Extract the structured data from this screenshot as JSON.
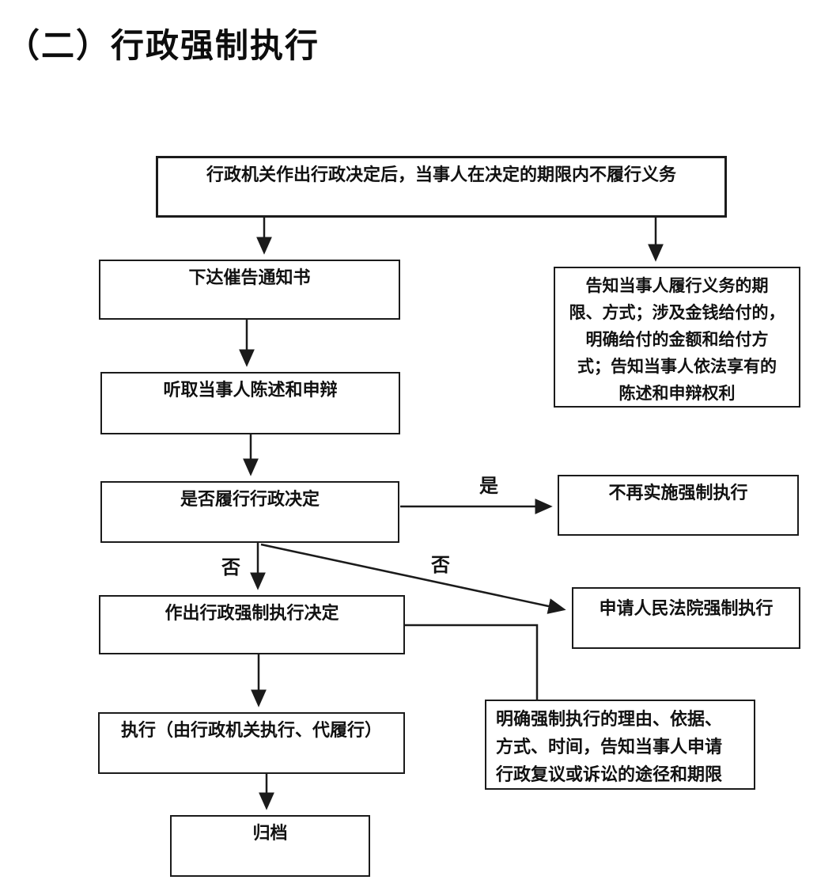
{
  "page": {
    "title": "（二）行政强制执行"
  },
  "flowchart": {
    "nodes": {
      "start": {
        "text": "行政机关作出行政决定后，当事人在决定的期限内不履行义务"
      },
      "issue_notice": {
        "text": "下达催告通知书"
      },
      "inform_obligations": {
        "lines": [
          "告知当事人履行义务的期",
          "限、方式；涉及金钱给付的，",
          "明确给付的金额和给付方",
          "式；告知当事人依法享有的",
          "陈述和申辩权利"
        ]
      },
      "hear_statement": {
        "text": "听取当事人陈述和申辩"
      },
      "decide_compliance": {
        "text": "是否履行行政决定"
      },
      "no_enforcement": {
        "text": "不再实施强制执行"
      },
      "make_decision": {
        "text": "作出行政强制执行决定"
      },
      "apply_court": {
        "text": "申请人民法院强制执行"
      },
      "execute": {
        "text": "执行（由行政机关执行、代履行）"
      },
      "note_clarify": {
        "lines": [
          "明确强制执行的理由、依据、",
          "方式、时间，告知当事人申请",
          "行政复议或诉讼的途径和期限"
        ]
      },
      "archive": {
        "text": "归档"
      }
    },
    "edge_labels": {
      "yes": "是",
      "no_down": "否",
      "no_diagonal": "否"
    },
    "colors": {
      "line": "#1b1b1b",
      "background": "#ffffff",
      "text": "#111111"
    }
  }
}
